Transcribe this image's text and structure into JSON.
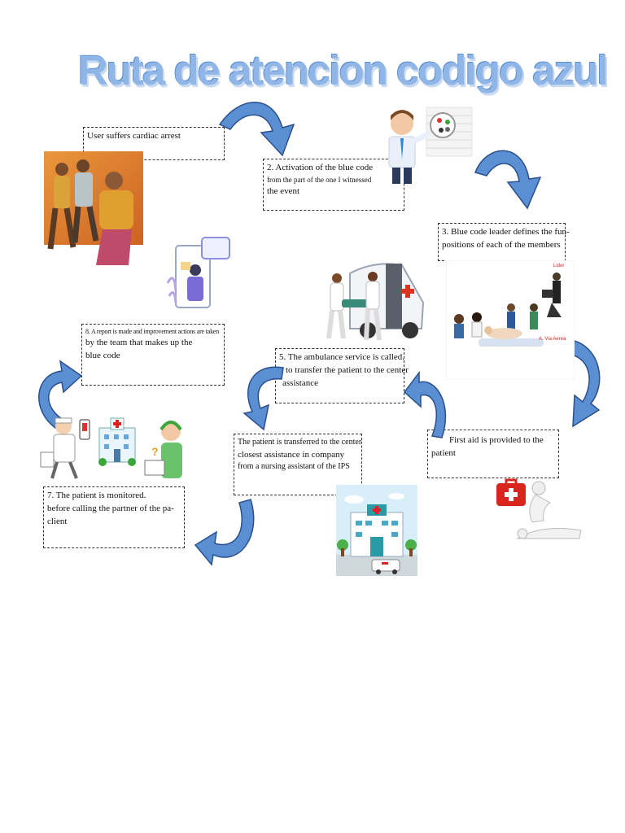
{
  "title": "Ruta de atencion codigo azul",
  "steps": [
    {
      "lines": [
        "User suffers cardiac arrest"
      ]
    },
    {
      "lines": [
        "2. Activation of the blue code",
        "from the part of the one I witnessed",
        "the event"
      ]
    },
    {
      "lines": [
        "3. Blue code leader defines the fun-",
        "positions of each of the members"
      ]
    },
    {
      "lines": [
        "First aid is provided to the",
        "patient"
      ]
    },
    {
      "lines": [
        "5. The ambulance service is called.",
        "to transfer the patient to the center",
        "assistance"
      ]
    },
    {
      "lines": [
        "The patient is transferred to the center",
        "closest assistance in company",
        "from a nursing assistant of the IPS"
      ]
    },
    {
      "lines": [
        "7.  The  patient  is  monitored.",
        "before calling the partner of the pa-",
        "client"
      ]
    },
    {
      "lines": [
        "8. A report is made and improvement actions are taken",
        "by  the  team  that  makes  up  the",
        "blue code"
      ]
    }
  ],
  "illustrations": {
    "leader_scene_labels": [
      "Lider",
      "A. Via Aerea"
    ]
  },
  "colors": {
    "arrow": "#5b8fd4",
    "arrow_dark": "#2a4f8a",
    "title": "#8fb6e6"
  }
}
